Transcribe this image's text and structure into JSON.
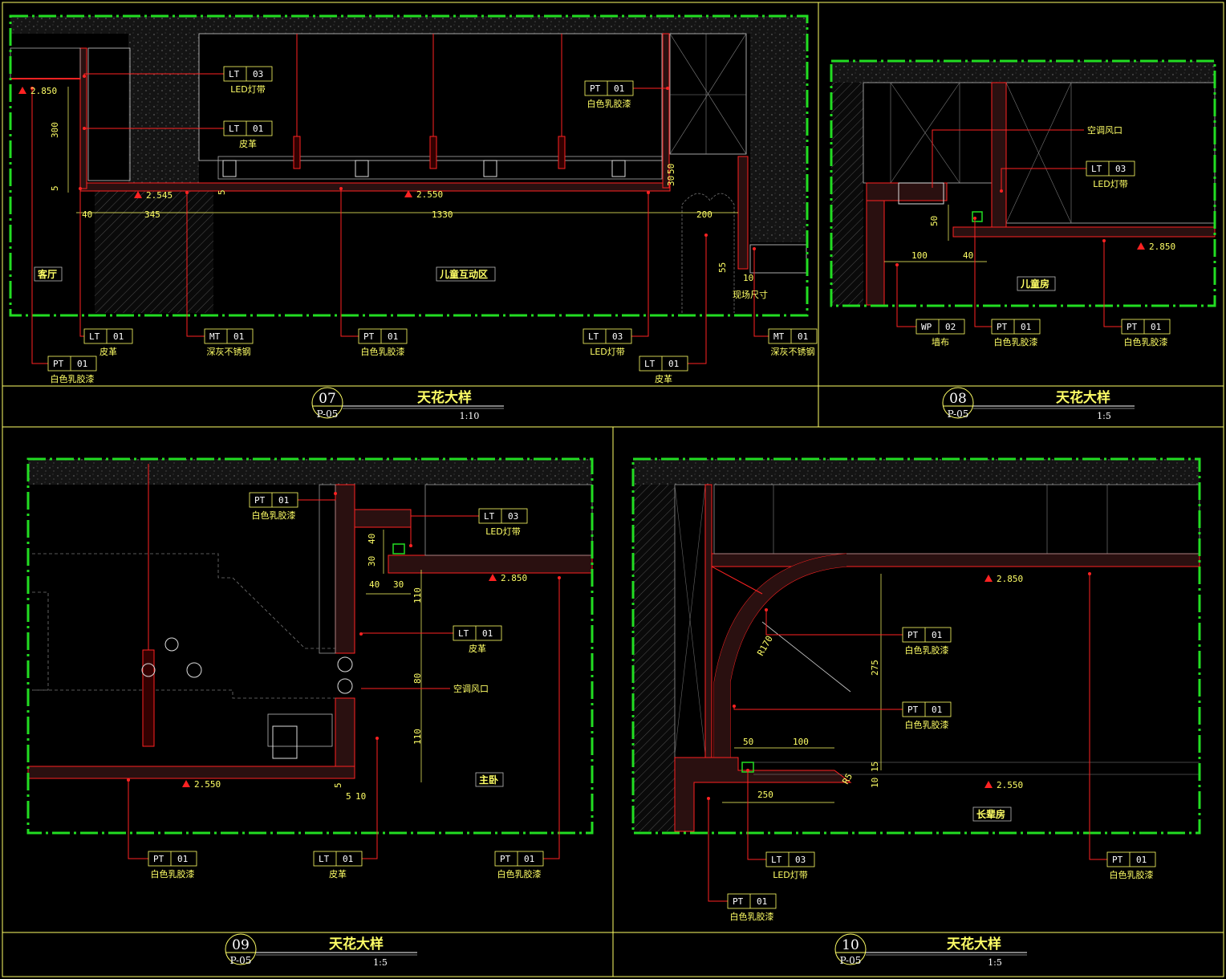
{
  "colors": {
    "background": "#000000",
    "frame": "#ffff66",
    "viewport": "#22dd22",
    "leader": "#ff2222",
    "hatch": "#666666",
    "text": "#ffff66",
    "tag": "#ffffff"
  },
  "details": [
    {
      "id": "07",
      "number": "07",
      "sheet": "P-05",
      "title": "天花大样",
      "scale": "1:10",
      "rooms": [
        "客厅",
        "儿童互动区"
      ],
      "levels": [
        "2.850",
        "2.545",
        "2.550"
      ],
      "dims": [
        "300",
        "5",
        "5",
        "40",
        "345",
        "1330",
        "200",
        "50",
        "30",
        "55",
        "10",
        "现场尺寸"
      ],
      "tags": [
        {
          "code": "LT",
          "num": "03",
          "caption": "LED灯带"
        },
        {
          "code": "LT",
          "num": "01",
          "caption": "皮革"
        },
        {
          "code": "PT",
          "num": "01",
          "caption": "白色乳胶漆"
        },
        {
          "code": "LT",
          "num": "01",
          "caption": "皮革"
        },
        {
          "code": "MT",
          "num": "01",
          "caption": "深灰不锈钢"
        },
        {
          "code": "PT",
          "num": "01",
          "caption": "白色乳胶漆"
        },
        {
          "code": "LT",
          "num": "03",
          "caption": "LED灯带"
        },
        {
          "code": "MT",
          "num": "01",
          "caption": "深灰不锈钢"
        },
        {
          "code": "PT",
          "num": "01",
          "caption": "白色乳胶漆"
        },
        {
          "code": "LT",
          "num": "01",
          "caption": "皮革"
        }
      ]
    },
    {
      "id": "08",
      "number": "08",
      "sheet": "P-05",
      "title": "天花大样",
      "scale": "1:5",
      "rooms": [
        "儿童房"
      ],
      "levels": [
        "2.850"
      ],
      "dims": [
        "50",
        "100",
        "40"
      ],
      "notes": [
        "空调风口"
      ],
      "tags": [
        {
          "code": "LT",
          "num": "03",
          "caption": "LED灯带"
        },
        {
          "code": "WP",
          "num": "02",
          "caption": "墙布"
        },
        {
          "code": "PT",
          "num": "01",
          "caption": "白色乳胶漆"
        },
        {
          "code": "PT",
          "num": "01",
          "caption": "白色乳胶漆"
        }
      ]
    },
    {
      "id": "09",
      "number": "09",
      "sheet": "P-05",
      "title": "天花大样",
      "scale": "1:5",
      "rooms": [
        "主卧"
      ],
      "levels": [
        "2.850",
        "2.550"
      ],
      "dims": [
        "40",
        "30",
        "40",
        "30",
        "110",
        "80",
        "110",
        "5",
        "5",
        "10"
      ],
      "notes": [
        "空调风口"
      ],
      "tags": [
        {
          "code": "PT",
          "num": "01",
          "caption": "白色乳胶漆"
        },
        {
          "code": "LT",
          "num": "03",
          "caption": "LED灯带"
        },
        {
          "code": "LT",
          "num": "01",
          "caption": "皮革"
        },
        {
          "code": "PT",
          "num": "01",
          "caption": "白色乳胶漆"
        },
        {
          "code": "LT",
          "num": "01",
          "caption": "皮革"
        },
        {
          "code": "PT",
          "num": "01",
          "caption": "白色乳胶漆"
        }
      ]
    },
    {
      "id": "10",
      "number": "10",
      "sheet": "P-05",
      "title": "天花大样",
      "scale": "1:5",
      "rooms": [
        "长辈房"
      ],
      "levels": [
        "2.850",
        "2.550"
      ],
      "dims": [
        "R170",
        "275",
        "50",
        "100",
        "15",
        "10",
        "250",
        "R5"
      ],
      "tags": [
        {
          "code": "PT",
          "num": "01",
          "caption": "白色乳胶漆"
        },
        {
          "code": "PT",
          "num": "01",
          "caption": "白色乳胶漆"
        },
        {
          "code": "LT",
          "num": "03",
          "caption": "LED灯带"
        },
        {
          "code": "PT",
          "num": "01",
          "caption": "白色乳胶漆"
        },
        {
          "code": "PT",
          "num": "01",
          "caption": "白色乳胶漆"
        }
      ]
    }
  ]
}
